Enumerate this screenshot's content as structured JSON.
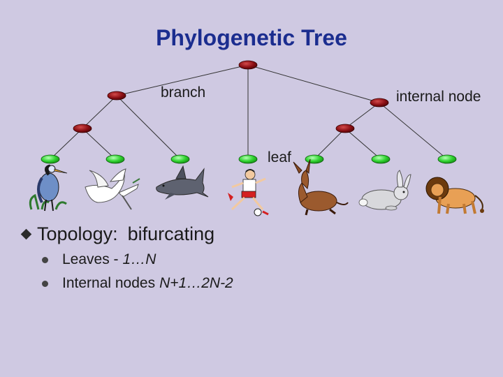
{
  "title": "Phylogenetic Tree",
  "labels": {
    "branch": "branch",
    "internal_node": "internal node",
    "leaf": "leaf"
  },
  "animals": [
    "heron",
    "seagull",
    "shark",
    "soccer-player",
    "donkey",
    "rabbit",
    "lion"
  ],
  "bullets": {
    "topology_label": "Topology:",
    "topology_value": "bifurcating",
    "leaves_label": "Leaves -",
    "leaves_value": "1…N",
    "internal_label": "Internal nodes",
    "internal_value": "N+1…2N-2"
  },
  "colors": {
    "title": "#1b2d8f",
    "background": "#cfc9e2",
    "internal_node": "#8b0f14",
    "leaf_node": "#2fd22f"
  }
}
